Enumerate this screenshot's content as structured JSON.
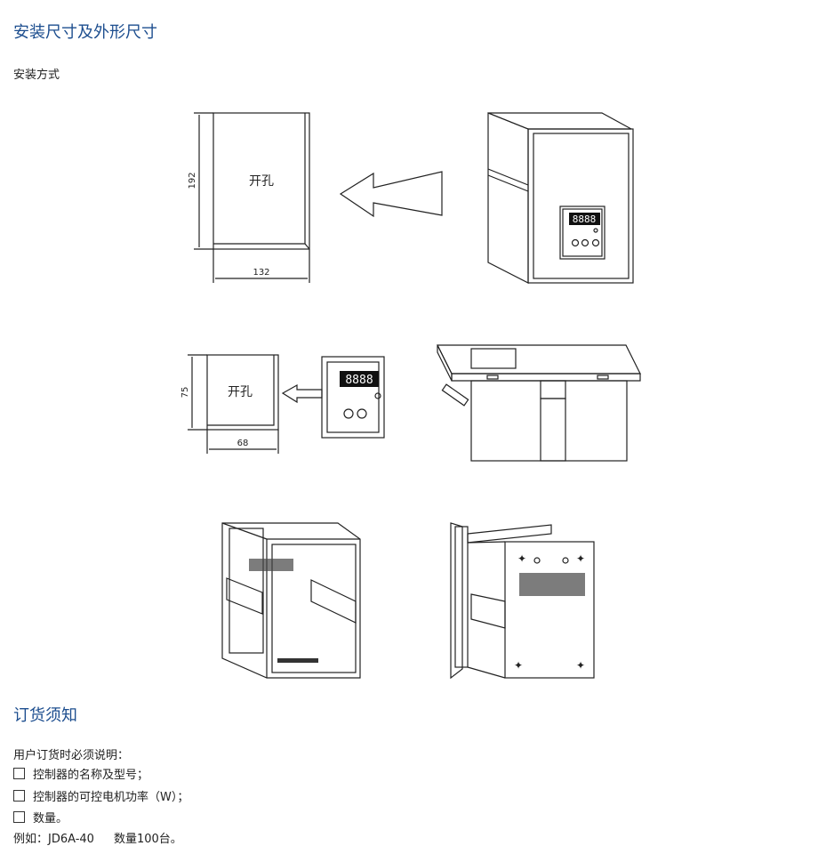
{
  "install": {
    "title": "安装尺寸及外形尺寸",
    "subtitle": "安装方式",
    "figures": {
      "cutout_label": "开孔",
      "large_height": "192",
      "large_width": "132",
      "small_height": "75",
      "small_width": "68",
      "display_digits": "8888"
    }
  },
  "order": {
    "title": "订货须知",
    "intro": "用户订货时必须说明：",
    "items": [
      {
        "label": "控制器的名称及型号；"
      },
      {
        "label": "控制器的可控电机功率（W）；"
      },
      {
        "label": "数量。"
      }
    ],
    "example_label": "例如：JD6A-40",
    "example_qty": "数量100台。"
  }
}
